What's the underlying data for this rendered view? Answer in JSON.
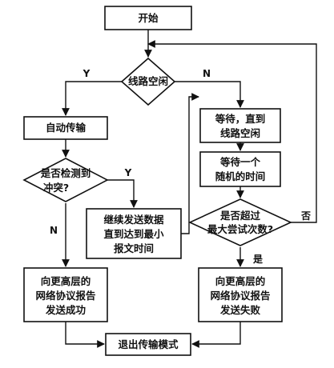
{
  "nodes": {
    "start": "开始",
    "line_idle": "线路空闲",
    "auto_transmit": "自动传输",
    "collision_check": [
      "是否检测到",
      "冲突?"
    ],
    "continue_send": [
      "继续发送数据",
      "直到达到最小",
      "报文时间"
    ],
    "report_success": [
      "向更高层的",
      "网络协议报告",
      "发送成功"
    ],
    "wait_until_idle": [
      "等待，直到",
      "线路空闲"
    ],
    "wait_random": [
      "等待一个",
      "随机的时间"
    ],
    "max_attempts": [
      "是否超过",
      "最大尝试次数?"
    ],
    "report_fail": [
      "向更高层的",
      "网络协议报告",
      "发送失败"
    ],
    "exit": "退出传输模式"
  },
  "labels": {
    "idle_yes": "Y",
    "idle_no": "N",
    "collision_yes": "Y",
    "collision_no": "N",
    "attempts_yes": "是",
    "attempts_no": "否"
  }
}
